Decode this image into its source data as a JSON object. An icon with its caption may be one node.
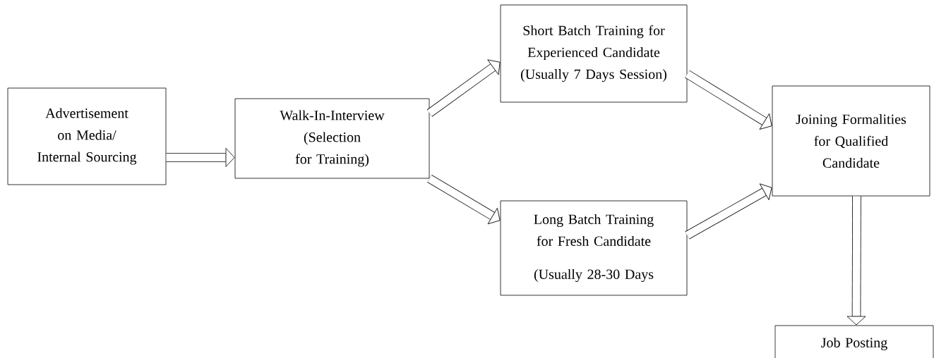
{
  "diagram": {
    "nodes": [
      {
        "text": [
          "Advertisement on Media/ Internal Sourcing"
        ]
      },
      {
        "text": [
          "Walk-In-Interview (Selection for Training)"
        ]
      },
      {
        "text": [
          "Short Batch Training for Experienced Candidate (Usually 7 Days Session)"
        ]
      },
      {
        "text": [
          "Long Batch Training for Fresh Candidate",
          "(Usually 28-30 Days"
        ]
      },
      {
        "text": [
          "Joining Formalities for Qualified Candidate"
        ]
      },
      {
        "text": [
          "Job Posting"
        ]
      }
    ],
    "edges": [
      {
        "from": 0,
        "to": 1,
        "arrow": "to"
      },
      {
        "from": 1,
        "to": 2,
        "arrow": "to"
      },
      {
        "from": 1,
        "to": 3,
        "arrow": "to"
      },
      {
        "from": 2,
        "to": 4,
        "arrow": "to"
      },
      {
        "from": 3,
        "to": 4,
        "arrow": "to"
      },
      {
        "from": 4,
        "to": 5,
        "arrow": "to"
      }
    ]
  }
}
